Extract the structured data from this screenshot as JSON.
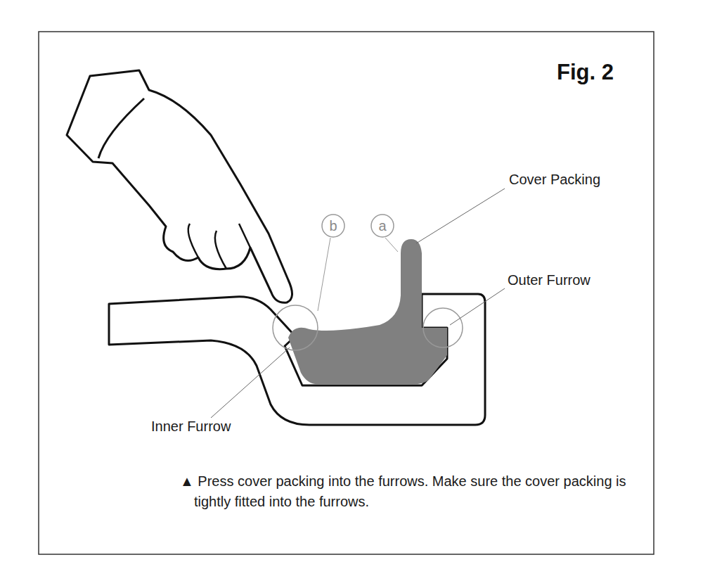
{
  "diagram": {
    "title": "Fig. 2",
    "caption": "▲ Press cover packing into the furrows. Make sure the cover packing is tightly fitted into the furrows.",
    "nodes": [
      {
        "text": [
          "b"
        ]
      },
      {
        "text": [
          "a"
        ]
      }
    ],
    "labels": [
      "Cover Packing",
      "Outer Furrow",
      "Inner Furrow"
    ]
  }
}
